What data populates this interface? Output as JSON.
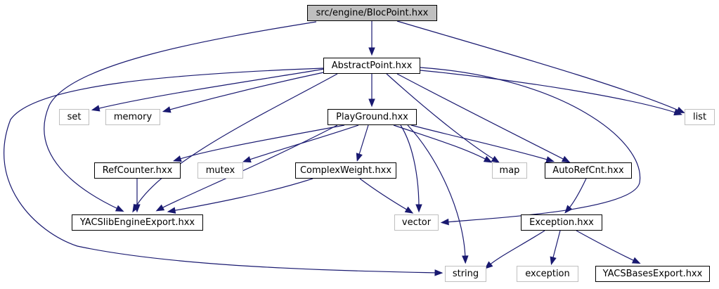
{
  "diagram": {
    "type": "include-dependency-graph",
    "edge_color": "#191970",
    "root_fill": "#bfbfbf",
    "nodes": [
      {
        "id": "blocpoint",
        "label": "src/engine/BlocPoint.hxx",
        "kind": "root"
      },
      {
        "id": "abstractpoint",
        "label": "AbstractPoint.hxx",
        "kind": "local"
      },
      {
        "id": "set",
        "label": "set",
        "kind": "system"
      },
      {
        "id": "memory",
        "label": "memory",
        "kind": "system"
      },
      {
        "id": "playground",
        "label": "PlayGround.hxx",
        "kind": "local"
      },
      {
        "id": "list",
        "label": "list",
        "kind": "system"
      },
      {
        "id": "refcounter",
        "label": "RefCounter.hxx",
        "kind": "local"
      },
      {
        "id": "mutex",
        "label": "mutex",
        "kind": "system"
      },
      {
        "id": "complexweight",
        "label": "ComplexWeight.hxx",
        "kind": "local"
      },
      {
        "id": "map",
        "label": "map",
        "kind": "system"
      },
      {
        "id": "autorefcnt",
        "label": "AutoRefCnt.hxx",
        "kind": "local"
      },
      {
        "id": "yacslibengineexport",
        "label": "YACSlibEngineExport.hxx",
        "kind": "local"
      },
      {
        "id": "vector",
        "label": "vector",
        "kind": "system"
      },
      {
        "id": "exception_hxx",
        "label": "Exception.hxx",
        "kind": "local"
      },
      {
        "id": "string",
        "label": "string",
        "kind": "system"
      },
      {
        "id": "exception",
        "label": "exception",
        "kind": "system"
      },
      {
        "id": "yacsbasesexport",
        "label": "YACSBasesExport.hxx",
        "kind": "local"
      }
    ],
    "edges": [
      [
        "blocpoint",
        "abstractpoint"
      ],
      [
        "blocpoint",
        "yacslibengineexport"
      ],
      [
        "blocpoint",
        "list"
      ],
      [
        "abstractpoint",
        "set"
      ],
      [
        "abstractpoint",
        "memory"
      ],
      [
        "abstractpoint",
        "playground"
      ],
      [
        "abstractpoint",
        "list"
      ],
      [
        "abstractpoint",
        "map"
      ],
      [
        "abstractpoint",
        "autorefcnt"
      ],
      [
        "abstractpoint",
        "yacslibengineexport"
      ],
      [
        "abstractpoint",
        "vector"
      ],
      [
        "abstractpoint",
        "string"
      ],
      [
        "playground",
        "refcounter"
      ],
      [
        "playground",
        "mutex"
      ],
      [
        "playground",
        "complexweight"
      ],
      [
        "playground",
        "map"
      ],
      [
        "playground",
        "autorefcnt"
      ],
      [
        "playground",
        "yacslibengineexport"
      ],
      [
        "playground",
        "vector"
      ],
      [
        "playground",
        "string"
      ],
      [
        "refcounter",
        "yacslibengineexport"
      ],
      [
        "complexweight",
        "yacslibengineexport"
      ],
      [
        "complexweight",
        "vector"
      ],
      [
        "autorefcnt",
        "exception_hxx"
      ],
      [
        "exception_hxx",
        "string"
      ],
      [
        "exception_hxx",
        "exception"
      ],
      [
        "exception_hxx",
        "yacsbasesexport"
      ]
    ]
  }
}
